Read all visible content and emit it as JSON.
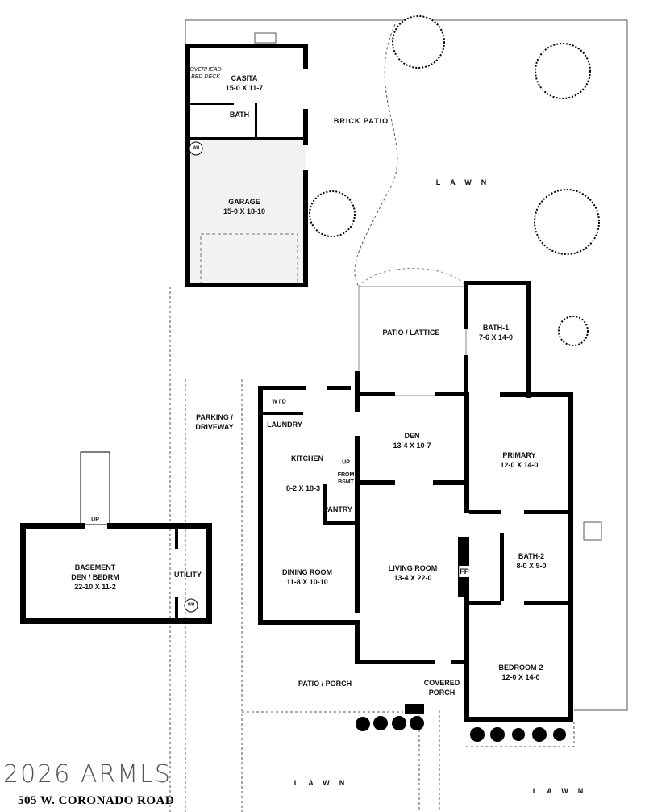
{
  "rooms": {
    "overhead_bed_deck": "OVERHEAD BED DECK",
    "casita": {
      "name": "CASITA",
      "dim": "15-0 X 11-7"
    },
    "casita_bath": {
      "name": "BATH"
    },
    "garage": {
      "name": "GARAGE",
      "dim": "15-0 X 18-10"
    },
    "patio_lattice": {
      "name": "PATIO / LATTICE"
    },
    "bath1": {
      "name": "BATH-1",
      "dim": "7-6 X 14-0"
    },
    "laundry": {
      "name": "LAUNDRY"
    },
    "wd": "W / D",
    "kitchen": {
      "name": "KITCHEN",
      "dim": "8-2 X 18-3"
    },
    "stairs_up": "UP",
    "from_bsmt": "FROM BSMT",
    "pantry": {
      "name": "PANTRY"
    },
    "den": {
      "name": "DEN",
      "dim": "13-4 X 10-7"
    },
    "primary": {
      "name": "PRIMARY",
      "dim": "12-0 X 14-0"
    },
    "basement": {
      "name": "BASEMENT",
      "sub": "DEN / BEDRM",
      "dim": "22-10 X 11-2"
    },
    "basement_up": "UP",
    "utility": {
      "name": "UTILITY"
    },
    "wh_basement": "WH",
    "wh_garage": "WH",
    "dining": {
      "name": "DINING ROOM",
      "dim": "11-8 X 10-10"
    },
    "living": {
      "name": "LIVING ROOM",
      "dim": "13-4 X 22-0"
    },
    "fireplace": "FP",
    "bath2": {
      "name": "BATH-2",
      "dim": "8-0 X 9-0"
    },
    "bedroom2": {
      "name": "BEDROOM-2",
      "dim": "12-0 X 14-0"
    },
    "covered_porch": {
      "name": "COVERED PORCH"
    }
  },
  "outdoor": {
    "brick_patio": "BRICK PATIO",
    "lawn_back": "LAWN",
    "parking": "PARKING / DRIVEWAY",
    "patio_porch": "PATIO / PORCH",
    "lawn_front_left": "LAWN",
    "lawn_front_right": "LAWN"
  },
  "watermark": "2026 ARMLS",
  "address": "505 W. CORONADO ROAD",
  "colors": {
    "wall": "#000000",
    "floor_gray": "#f2f2f2",
    "line": "#555555"
  }
}
